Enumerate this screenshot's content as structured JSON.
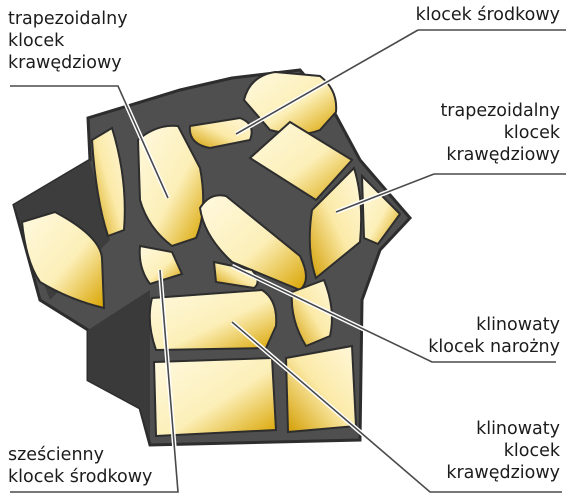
{
  "labels": {
    "trapezoidal_edge_left": [
      "trapezoidalny",
      "klocek",
      "krawędziowy"
    ],
    "center_top": [
      "klocek środkowy"
    ],
    "trapezoidal_edge_right": [
      "trapezoidalny",
      "klocek",
      "krawędziowy"
    ],
    "wedge_corner": [
      "klinowaty",
      "klocek narożny"
    ],
    "wedge_edge": [
      "klinowaty",
      "klocek",
      "krawędziowy"
    ],
    "cubic_center": [
      "sześcienny",
      "klocek środkowy"
    ]
  },
  "colors": {
    "frame": "#4f4f4f",
    "frame_dark": "#2d2d2d",
    "sticker_light": "#fdf3c8",
    "sticker_dark": "#d8a400",
    "leader": "#4a4a4a"
  }
}
